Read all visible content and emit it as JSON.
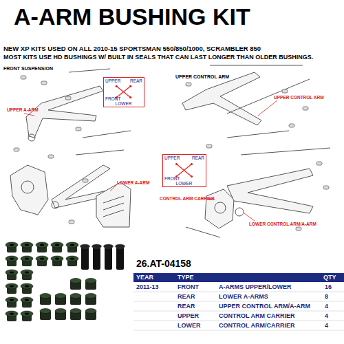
{
  "diagram": {
    "title": "A-ARM BUSHING KIT",
    "nodes": [
      {
        "text": [
          "UPPER",
          "REAR",
          "FRONT",
          "LOWER"
        ]
      },
      {
        "text": [
          "UPPER",
          "REAR",
          "FRONT",
          "LOWER"
        ]
      }
    ],
    "labels": [
      "NEW XP KITS USED ON ALL 2010-15 SPORTSMAN 550/850/1000, SCRAMBLER 850",
      "MOST KITS USE HD BUSHINGS W/ BUILT IN SEALS THAT CAN LAST LONGER THAN OLDER BUSHINGS.",
      "FRONT SUSPENSION",
      "UPPER A-ARM",
      "LOWER A-ARM",
      "UPPER CONTROL ARM",
      "UPPER CONTROL ARM",
      "CONTROL ARM CARRIER",
      "LOWER CONTROL ARM/A-ARM",
      "26.AT-04158",
      "YEAR",
      "TYPE",
      "QTY",
      "2011-13",
      "FRONT",
      "A-ARMS UPPER/LOWER",
      "16",
      "REAR",
      "LOWER A-ARMS",
      "8",
      "REAR",
      "UPPER CONTROL ARM/A-ARM",
      "4",
      "UPPER",
      "CONTROL ARM CARRIER",
      "4",
      "LOWER",
      "CONTROL ARM/CARRIER",
      "4"
    ]
  }
}
